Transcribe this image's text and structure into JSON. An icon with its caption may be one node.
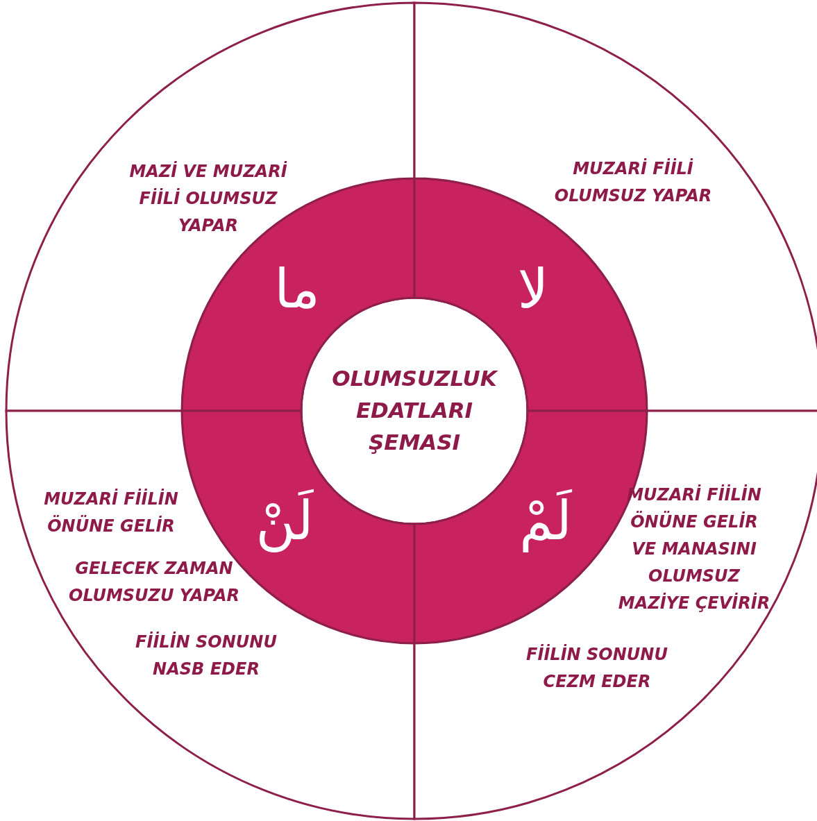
{
  "diagram": {
    "nodes": [
      {
        "text": [
          "OLUMSUZLUK EDATLARI ŞEMASI"
        ]
      },
      {
        "text": [
          "ما"
        ]
      },
      {
        "text": [
          "لا"
        ]
      },
      {
        "text": [
          "لَنْ"
        ]
      },
      {
        "text": [
          "لَمْ"
        ]
      },
      {
        "text": [
          "MAZİ VE MUZARİ FİİLİ OLUMSUZ YAPAR"
        ]
      },
      {
        "text": [
          "MUZARİ FİİLİ OLUMSUZ YAPAR"
        ]
      },
      {
        "text": [
          "MUZARİ FİİLİN ÖNÜNE GELİR",
          "GELECEK ZAMAN OLUMSUZU YAPAR",
          "FİİLİN SONUNU NASB EDER"
        ]
      },
      {
        "text": [
          "MUZARİ FİİLİN ÖNÜNE GELİR VE MANASINI OLUMSUZ MAZİYE ÇEVİRİR",
          "FİİLİN SONUNU CEZM EDER"
        ]
      }
    ]
  }
}
